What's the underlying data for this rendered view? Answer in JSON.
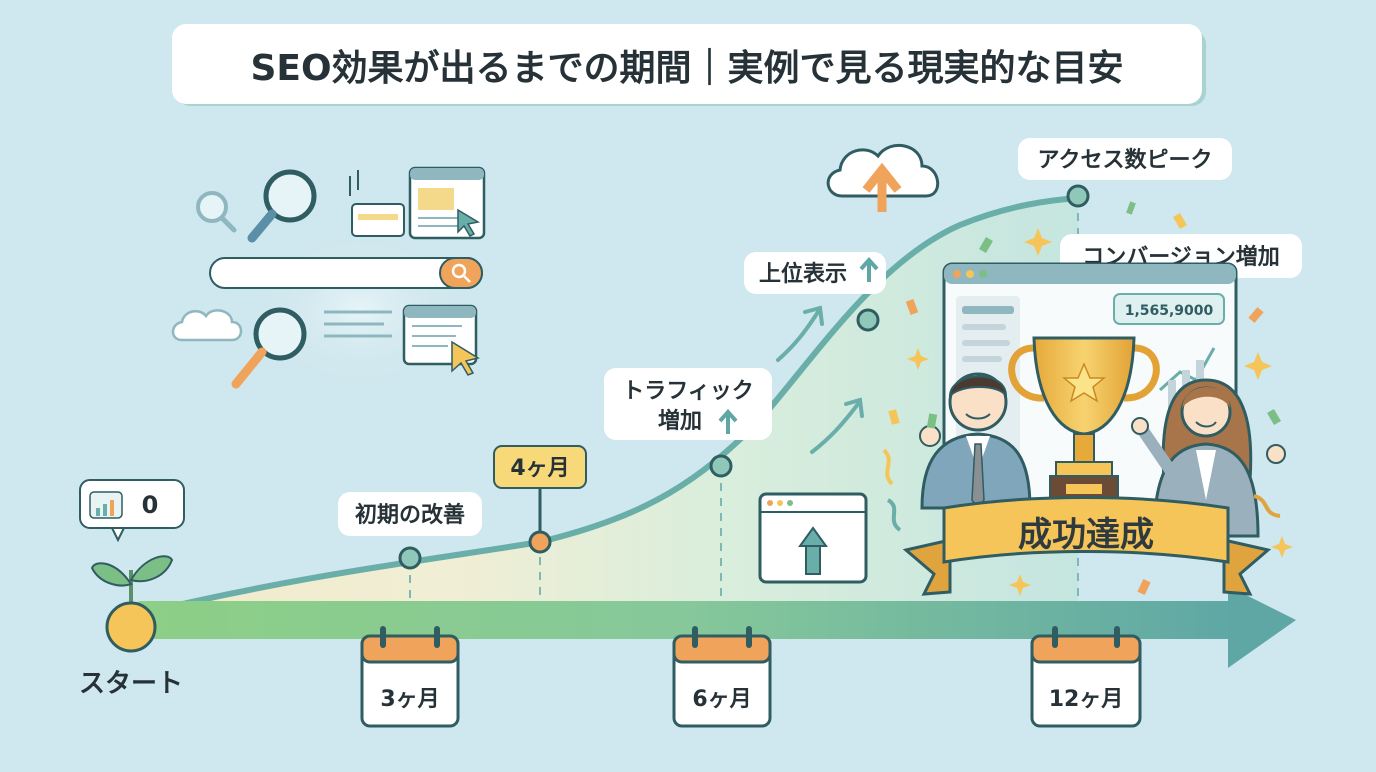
{
  "title": "SEO効果が出るまでの期間｜実例で見る現実的な目安",
  "start_label": "スタート",
  "start_count": "0",
  "milestones": {
    "initial": "初期の改善",
    "four_months": "4ヶ月",
    "traffic_line1": "トラフィック",
    "traffic_line2": "増加",
    "top_rank": "上位表示",
    "peak": "アクセス数ピーク",
    "conversion": "コンバージョン増加"
  },
  "calendar_labels": [
    "3ヶ月",
    "6ヶ月",
    "12ヶ月"
  ],
  "dashboard_value": "1,565,9000",
  "banner_text": "成功達成",
  "colors": {
    "background": "#cfe7ee",
    "curve": "#6aaea9",
    "orange": "#f0a35a",
    "gold": "#f5c55a",
    "dark_text": "#263238"
  }
}
